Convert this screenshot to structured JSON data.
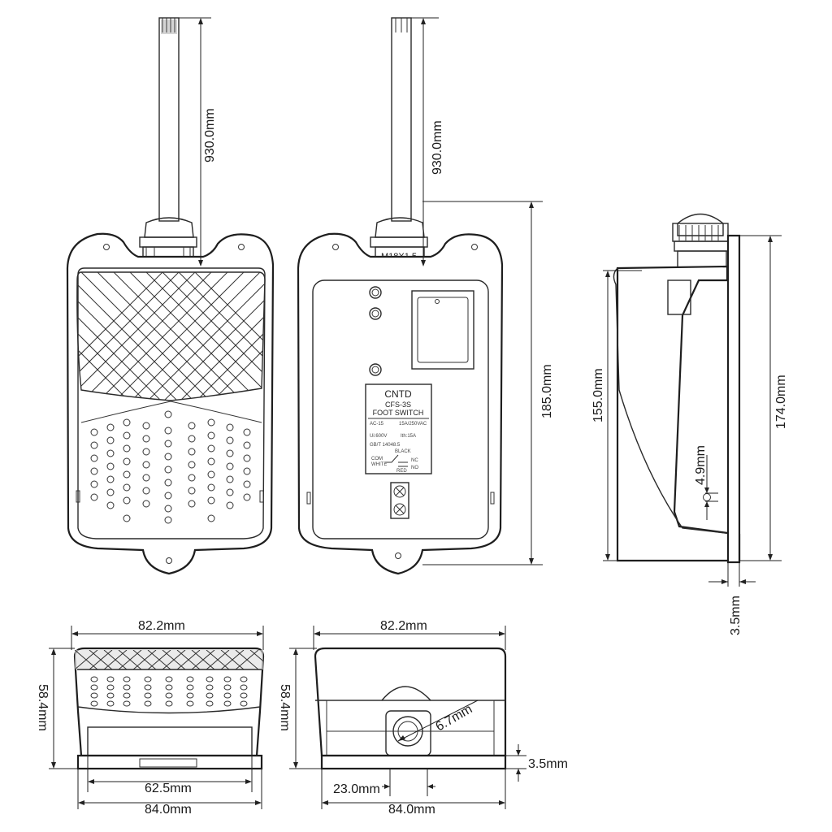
{
  "dimensions": {
    "cable_length_top": "930.0mm",
    "cable_length_back": "930.0mm",
    "thread": "M18X1.5",
    "back_height": "185.0mm",
    "side_height_inner": "155.0mm",
    "side_height_outer": "174.0mm",
    "side_hole": "4.9mm",
    "side_base": "3.5mm",
    "front_top_width": "82.2mm",
    "front_height": "58.4mm",
    "front_inner_width": "62.5mm",
    "front_base_width": "84.0mm",
    "rear_top_width": "82.2mm",
    "rear_height": "58.4mm",
    "rear_hole_dia": "6.7mm",
    "rear_base_thickness": "3.5mm",
    "rear_offset": "23.0mm",
    "rear_base_width": "84.0mm"
  },
  "nameplate": {
    "brand": "CNTD",
    "model": "CFS-3S",
    "product": "FOOT SWITCH",
    "rating_left_1": "AC-15",
    "rating_right_1": "15A/250VAC",
    "rating_left_2": "Ui:600V",
    "rating_right_2": "Ith:15A",
    "standard": "GB/T 14048.5",
    "wire_black": "BLACK",
    "wire_com": "COM",
    "wire_nc": "NC",
    "wire_white": "WHITE",
    "wire_no": "NO",
    "wire_red": "RED"
  }
}
